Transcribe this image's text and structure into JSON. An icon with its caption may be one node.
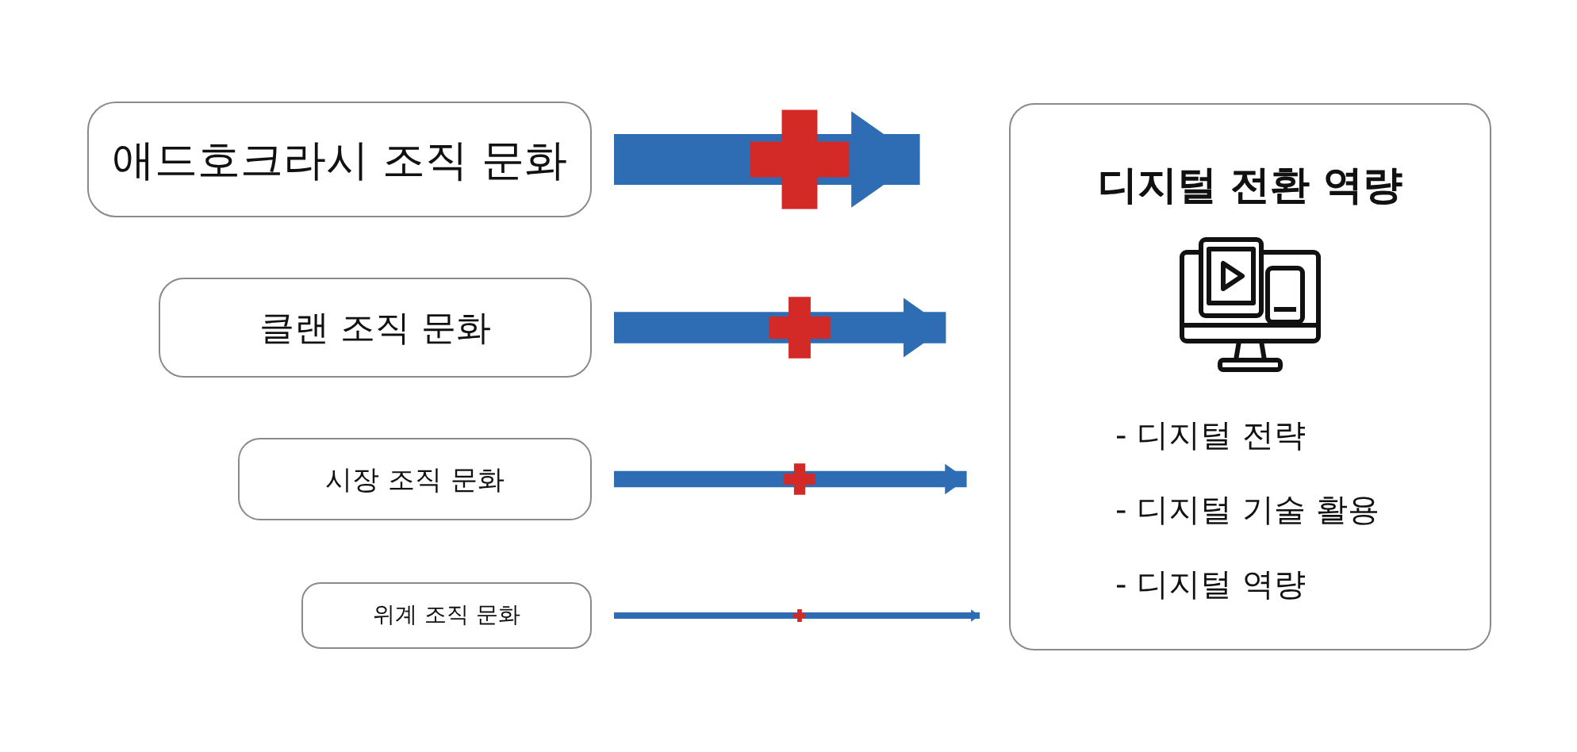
{
  "diagram": {
    "nodes": [
      {
        "text": [
          "애드호크라시 조직 문화"
        ]
      },
      {
        "text": [
          "클랜 조직 문화"
        ]
      },
      {
        "text": [
          "시장 조직 문화"
        ]
      },
      {
        "text": [
          "위계 조직 문화"
        ]
      },
      {
        "text": [
          "디지털 전환 역량",
          "- 디지털 전략",
          "- 디지털 기술 활용",
          "- 디지털 역량"
        ]
      }
    ],
    "edges": [
      {
        "from": 0,
        "to": 4,
        "arrow": "to",
        "style": "thick"
      },
      {
        "from": 1,
        "to": 4,
        "arrow": "to",
        "style": "thick"
      },
      {
        "from": 2,
        "to": 4,
        "arrow": "to"
      },
      {
        "from": 3,
        "to": 4,
        "arrow": "to"
      }
    ]
  }
}
